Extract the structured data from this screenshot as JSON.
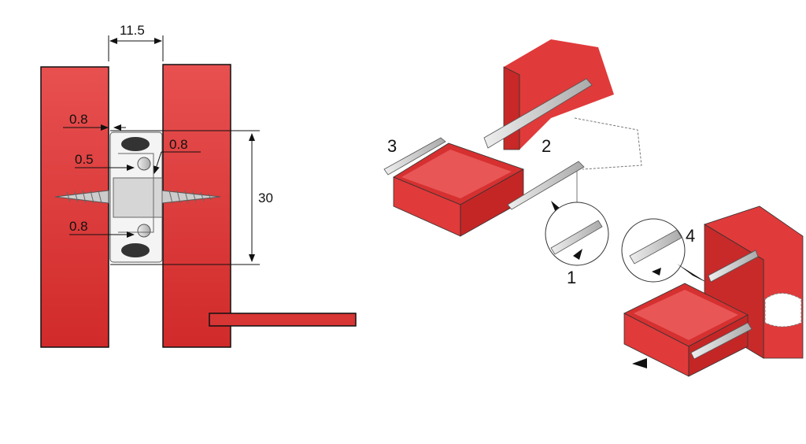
{
  "cross_section": {
    "dimensions": {
      "gap_width": "11.5",
      "outer_clearance": "0.8",
      "inner_clearance": "0.8",
      "rail_thickness": "0.5",
      "lower_clearance": "0.8",
      "height": "30"
    }
  },
  "installation_steps": {
    "step1": "1",
    "step2": "2",
    "step3": "3",
    "step4": "4"
  },
  "colors": {
    "panel_red": "#e04545",
    "panel_red_dark": "#cf2a2a",
    "rail_metal": "#c9c9c9",
    "outline": "#111111"
  }
}
